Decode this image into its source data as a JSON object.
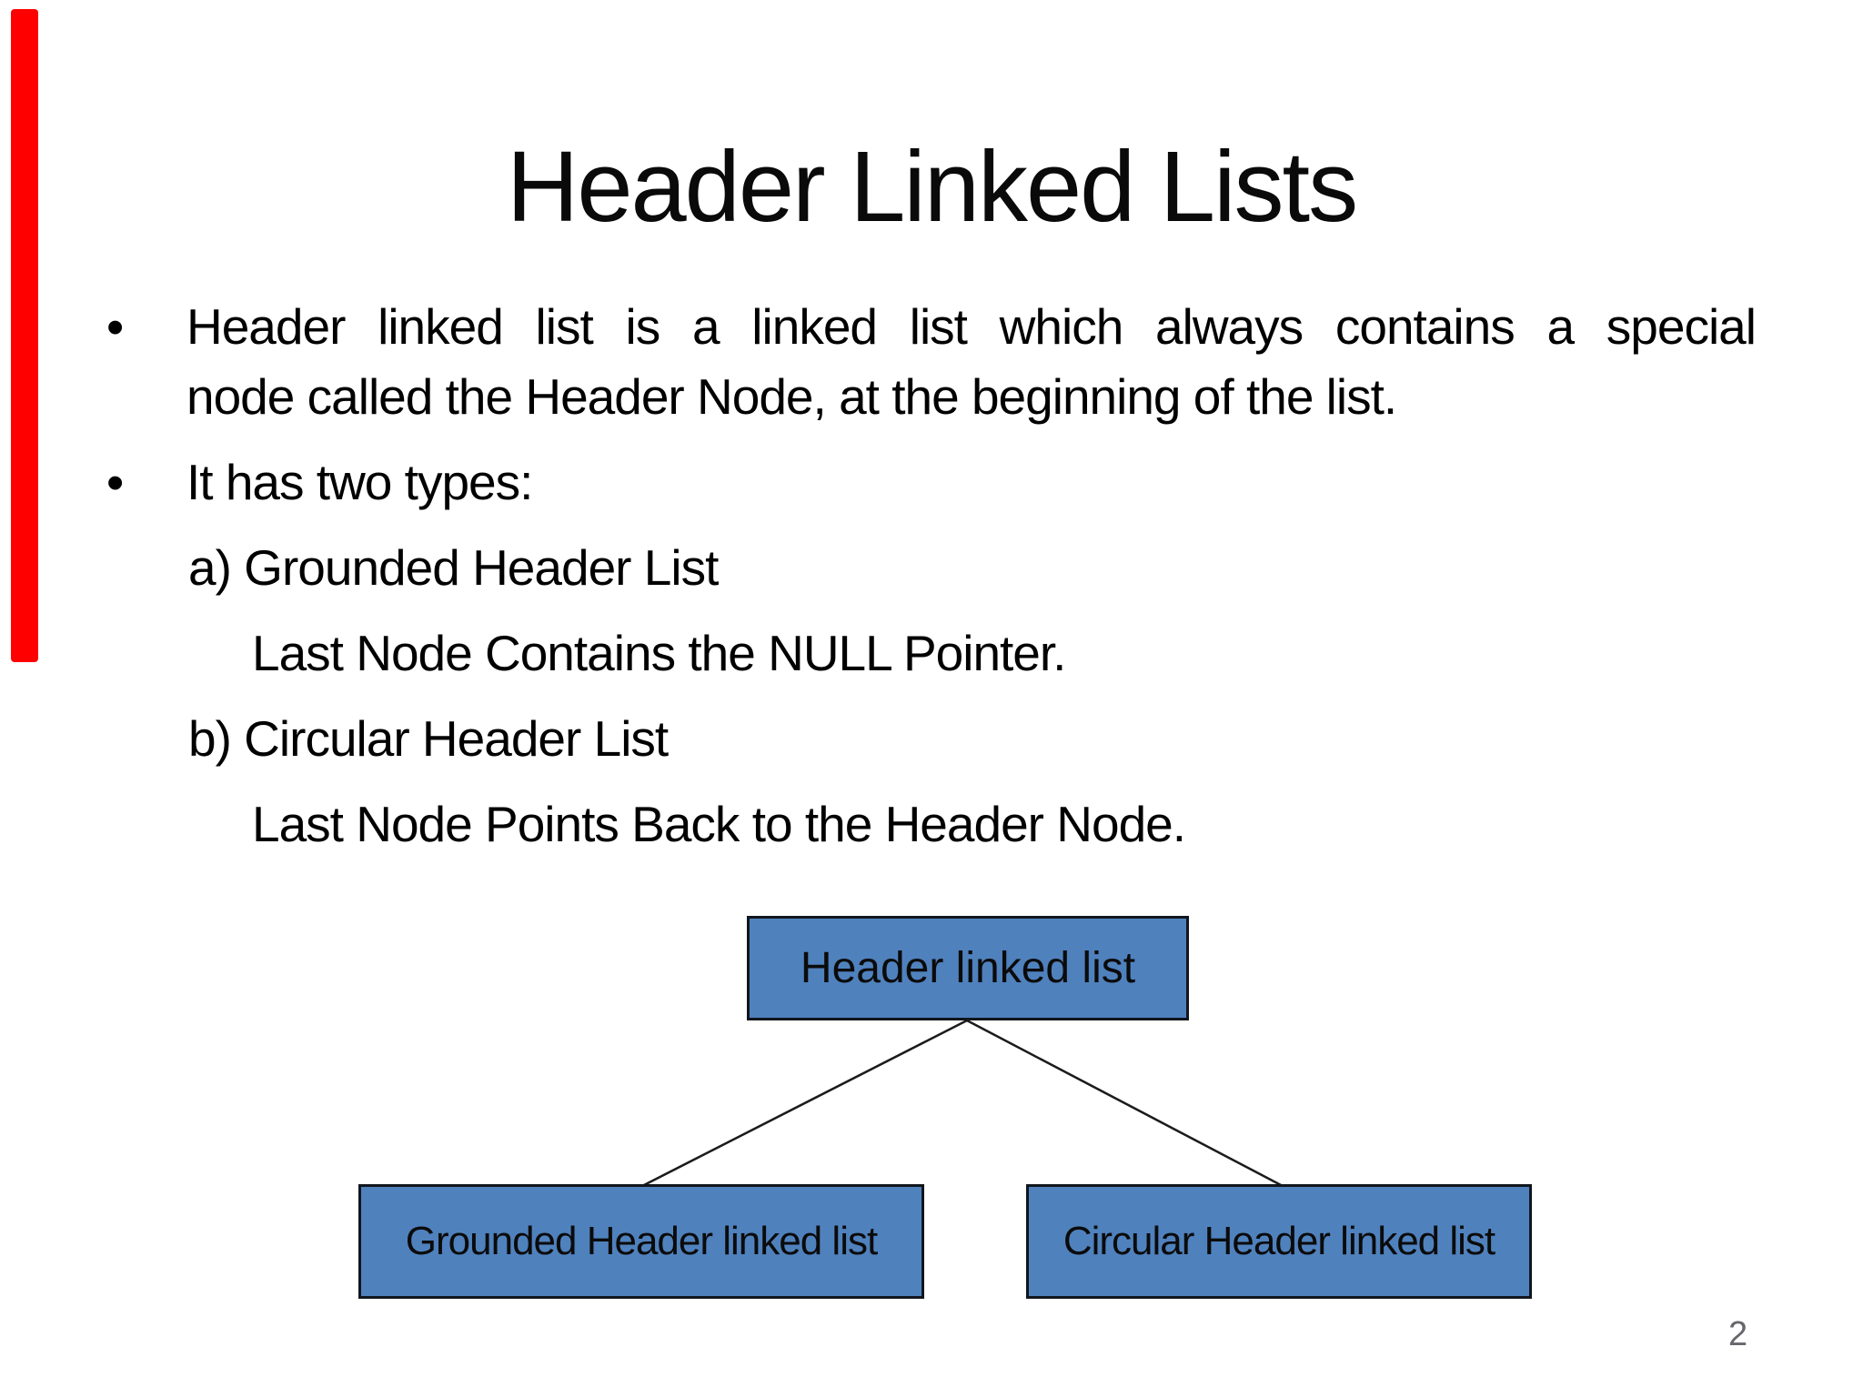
{
  "slide": {
    "title": "Header Linked Lists",
    "page_number": "2"
  },
  "content": {
    "bullet_icon": "•",
    "bullet1_line1": "Header linked list is a linked list which always contains a special",
    "bullet1_line2": "node called the Header Node, at the beginning of the list.",
    "bullet2": "It has two types:",
    "type_a": "a) Grounded Header List",
    "type_a_note": "Last Node Contains the NULL Pointer.",
    "type_b": "b) Circular Header List",
    "type_b_note": "Last Node Points Back to the Header Node."
  },
  "diagram": {
    "root_label": "Header linked list",
    "left_label": "Grounded Header linked list",
    "right_label": "Circular Header linked list"
  },
  "colors": {
    "box_fill": "#4f81bd",
    "box_border": "#11161d",
    "connector_line": "#1b1b1b",
    "scroll_indicator": "#ff0000",
    "page_number_gray": "#66666c"
  }
}
